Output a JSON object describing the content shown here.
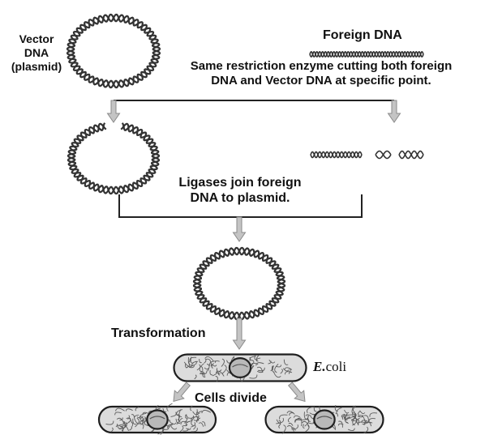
{
  "labels": {
    "vector_l1": "Vector",
    "vector_l2": "DNA",
    "vector_l3": "(plasmid)",
    "foreign_dna": "Foreign DNA",
    "restriction_l1": "Same restriction enzyme cutting both foreign",
    "restriction_l2": "DNA and Vector DNA at specific point.",
    "ligase_l1": "Ligases join foreign",
    "ligase_l2": "DNA to plasmid.",
    "transformation": "Transformation",
    "ecoli_italic": "E.",
    "ecoli_rest": "coli",
    "cells_divide": "Cells divide"
  },
  "colors": {
    "dna_strand": "#333333",
    "arrow_fill": "#c4c4c4",
    "arrow_stroke": "#8a8a8a",
    "cell_body": "#dcdcdc",
    "text": "#111111"
  },
  "icons": {
    "plasmid": "circular-double-helix",
    "foreign_dna": "linear-double-helix",
    "cell": "e-coli-bacterium"
  }
}
